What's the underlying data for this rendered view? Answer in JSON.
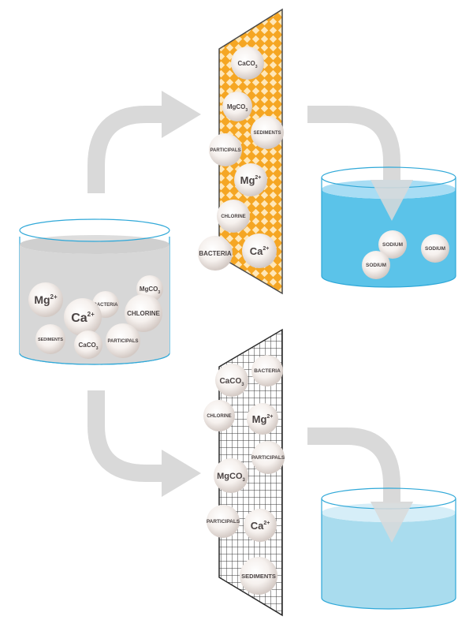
{
  "colors": {
    "arrow": "#d9d9d9",
    "ball_center": "#ffffff",
    "ball_edge": "#d3c9c4",
    "ball_text": "#4a4343",
    "filter_orange": "#f5a623",
    "filter_orange_pattern": "#ffe7b8",
    "grid_line": "#3a3a3a",
    "water_blue": "#5bc3e9",
    "water_blue_top": "#a8ddf4",
    "water_light": "#a9dcee",
    "water_light_top": "#d6eef8",
    "murky_water": "#d7d7d7",
    "glass_outline": "#2fa8d8"
  },
  "icons": [
    "arrow-right-icon",
    "arrow-down-icon"
  ],
  "source_beaker": {
    "particles": {
      "mg": {
        "base": "Mg",
        "sup": "2+"
      },
      "bacteria": "BACTERIA",
      "mgco3": {
        "base": "MgCO",
        "sub": "3"
      },
      "ca": {
        "base": "Ca",
        "sup": "2+"
      },
      "chlorine": "CHLORINE",
      "sediments": "SEDIMENTS",
      "caco3": {
        "base": "CaCO",
        "sub": "3"
      },
      "participals": "PARTICIPALS"
    }
  },
  "orange_filter": {
    "particles": {
      "caco3": {
        "base": "CaCO",
        "sub": "3"
      },
      "mgco3": {
        "base": "MgCO",
        "sub": "3"
      },
      "sediments": "SEDIMENTS",
      "participals": "PARTICIPALS",
      "mg": {
        "base": "Mg",
        "sup": "2+"
      },
      "chlorine": "CHLORINE",
      "bacteria": "BACTERIA",
      "ca": {
        "base": "Ca",
        "sup": "2+"
      }
    }
  },
  "blue_beaker": {
    "particles": {
      "sodium_1": "SODIUM",
      "sodium_2": "SODIUM",
      "sodium_3": "SODIUM"
    }
  },
  "grid_filter": {
    "particles": {
      "caco3": {
        "base": "CaCO",
        "sub": "3"
      },
      "bacteria": "BACTERIA",
      "chlorine": "CHLORINE",
      "mg": {
        "base": "Mg",
        "sup": "2+"
      },
      "participals_1": "PARTICIPALS",
      "mgco3": {
        "base": "MgCO",
        "sub": "3"
      },
      "participals_2": "PARTICIPALS",
      "ca": {
        "base": "Ca",
        "sup": "2+"
      },
      "sediments": "SEDIMENTS"
    }
  }
}
